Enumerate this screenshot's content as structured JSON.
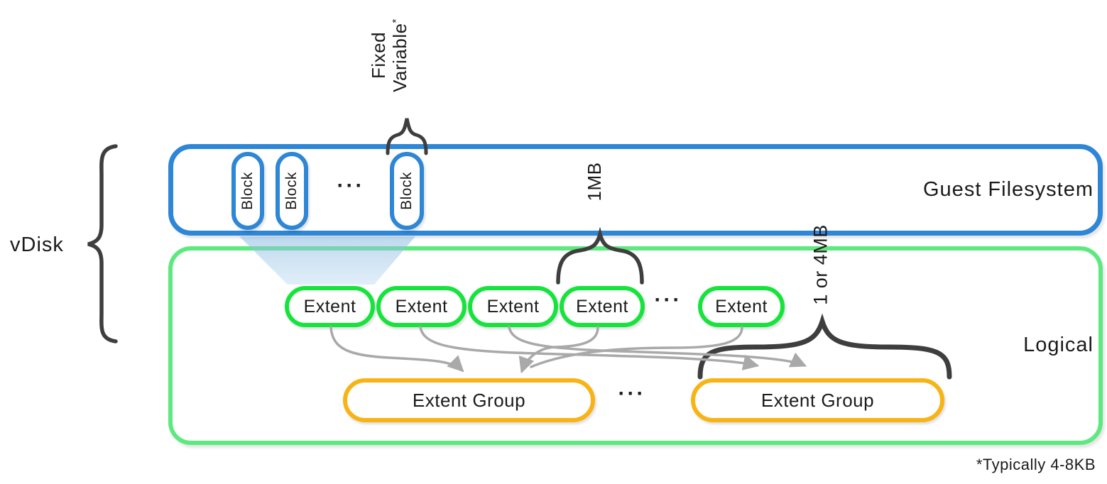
{
  "labels": {
    "vdisk": "vDisk",
    "guest_filesystem": "Guest Filesystem",
    "logical": "Logical",
    "footnote": "*Typically 4-8KB"
  },
  "annotations": {
    "block_size": {
      "line1": "Fixed",
      "line2": "Variable",
      "asterisk": "*"
    },
    "extent_size": "1MB",
    "extent_group_size": "1 or 4MB"
  },
  "blocks": {
    "labels": [
      "Block",
      "Block",
      "Block"
    ],
    "ellipsis": "···"
  },
  "extents": {
    "labels": [
      "Extent",
      "Extent",
      "Extent",
      "Extent",
      "Extent"
    ],
    "ellipsis": "···"
  },
  "extent_groups": {
    "labels": [
      "Extent Group",
      "Extent Group"
    ],
    "ellipsis": "···"
  },
  "colors": {
    "guest_box_blue": "#2e86d6",
    "logical_box_green": "#5ce97f",
    "extent_green": "#16e43c",
    "extent_group_orange": "#f8b315",
    "brace_dark": "#3e3e3e",
    "arrow_gray": "#a9a9a9",
    "fan_blue": "#a9cce9",
    "text": "#1b1b1b"
  }
}
